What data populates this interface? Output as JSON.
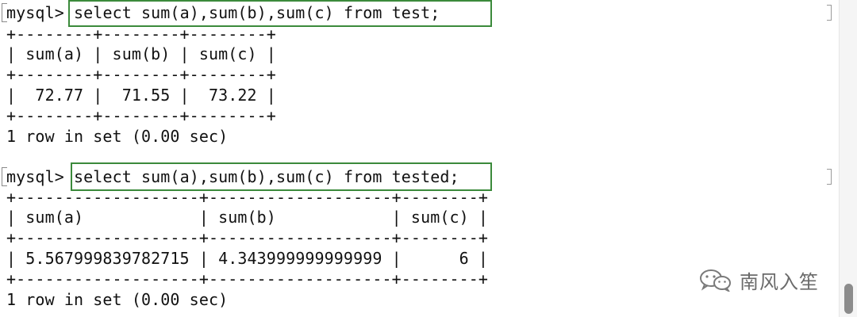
{
  "terminal": {
    "prompt": "mysql>",
    "block1": {
      "command": "select sum(a),sum(b),sum(c) from test;",
      "border": "+--------+--------+--------+",
      "header": "| sum(a) | sum(b) | sum(c) |",
      "row": "|  72.77 |  71.55 |  73.22 |",
      "status": "1 row in set (0.00 sec)"
    },
    "block2": {
      "command": "select sum(a),sum(b),sum(c) from tested;",
      "border": "+-------------------+-------------------+--------+",
      "header": "| sum(a)            | sum(b)            | sum(c) |",
      "row": "| 5.567999839782715 | 4.343999999999999 |      6 |",
      "status": "1 row in set (0.00 sec)"
    }
  },
  "watermark": {
    "text": "南风入笙",
    "icon": "wechat-icon"
  },
  "colors": {
    "highlight_box": "#3b8a3b",
    "text": "#111111",
    "scrollbar_thumb": "#8c8c8c"
  }
}
